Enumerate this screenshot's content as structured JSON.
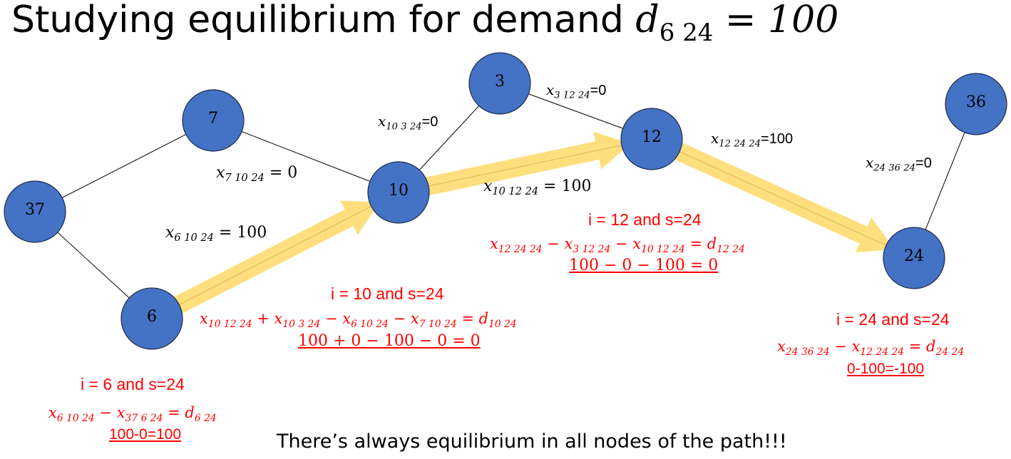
{
  "title": {
    "prefix": "Studying equilibrium for demand ",
    "var": "d",
    "sub": "6 24",
    "suffix": " = 100"
  },
  "nodes": [
    {
      "id": "37",
      "label": "37"
    },
    {
      "id": "7",
      "label": "7"
    },
    {
      "id": "6",
      "label": "6"
    },
    {
      "id": "10",
      "label": "10"
    },
    {
      "id": "3",
      "label": "3"
    },
    {
      "id": "12",
      "label": "12"
    },
    {
      "id": "36",
      "label": "36"
    },
    {
      "id": "24",
      "label": "24"
    }
  ],
  "edges": [
    {
      "from": "37",
      "to": "7",
      "var": "x",
      "sub": "",
      "value": ""
    },
    {
      "from": "37",
      "to": "6",
      "var": "x",
      "sub": "",
      "value": ""
    },
    {
      "from": "7",
      "to": "10",
      "var": "x",
      "sub": "7 10 24",
      "value": " = 0"
    },
    {
      "from": "6",
      "to": "10",
      "var": "x",
      "sub": "6 10 24",
      "value": " = 100"
    },
    {
      "from": "10",
      "to": "3",
      "var": "x",
      "sub": "10 3 24",
      "value": "=0"
    },
    {
      "from": "3",
      "to": "12",
      "var": "x",
      "sub": "3 12 24",
      "value": "=0"
    },
    {
      "from": "10",
      "to": "12",
      "var": "x",
      "sub": "10 12 24",
      "value": " = 100"
    },
    {
      "from": "12",
      "to": "24",
      "var": "x",
      "sub": "12 24 24",
      "value": "=100"
    },
    {
      "from": "24",
      "to": "36",
      "var": "x",
      "sub": "24 36 24",
      "value": "=0"
    }
  ],
  "path": [
    "6",
    "10",
    "12",
    "24"
  ],
  "equations": {
    "n6": {
      "header": "i = 6 and s=24",
      "eq": [
        "x",
        "6 10 24",
        " − ",
        "x",
        "37 6 24",
        " = ",
        "d",
        "6 24"
      ],
      "result": "100-0=100"
    },
    "n10": {
      "header": "i = 10 and s=24",
      "eq": [
        "x",
        "10 12 24",
        " + ",
        "x",
        "10 3 24",
        " − ",
        "x",
        "6 10 24",
        " − ",
        "x",
        "7 10 24",
        "  = ",
        "d",
        "10 24"
      ],
      "result": "100 + 0 − 100 − 0 = 0"
    },
    "n12": {
      "header": "i = 12 and s=24",
      "eq": [
        "x",
        "12 24 24",
        " − ",
        "x",
        "3 12 24",
        " − ",
        "x",
        "10 12 24",
        "  = ",
        "d",
        "12 24"
      ],
      "result": "100 − 0 − 100 = 0"
    },
    "n24": {
      "header": "i = 24 and s=24",
      "eq": [
        "x",
        "24 36 24",
        " − ",
        "x",
        "12 24 24",
        " = ",
        "d",
        "24 24"
      ],
      "result": "0-100=-100"
    }
  },
  "footer": "There’s always equilibrium in all nodes of the path!!!",
  "colors": {
    "node_fill": "#4472c4",
    "node_stroke": "#1f2d4d",
    "arrow": "#ffd966",
    "equation": "#ff0000"
  }
}
